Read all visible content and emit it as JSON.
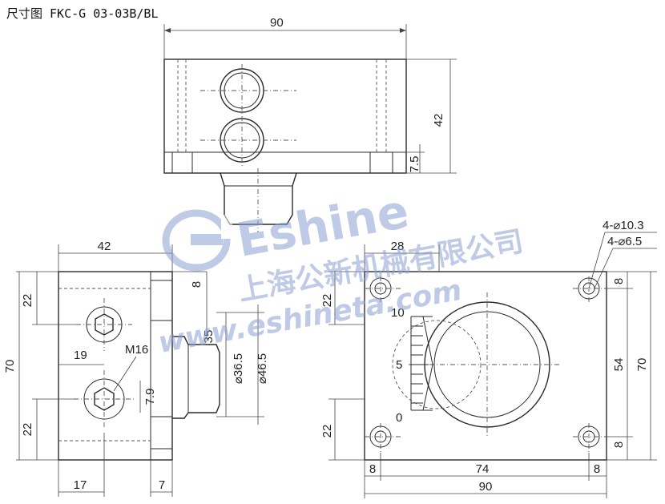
{
  "title": "尺寸图 FKC-G 03-03B/BL",
  "watermark": {
    "brand": "Eshine",
    "company": "上海公新机械有限公司",
    "url": "www.eshineta.com",
    "color": "#8ca0d4"
  },
  "top_view": {
    "width_label": "90",
    "height_label": "42",
    "base_label": "7.5"
  },
  "side_view": {
    "width_label": "42",
    "left_upper": "22",
    "left_total": "70",
    "left_lower": "22",
    "hole_offset": "19",
    "thread_label": "M16",
    "gap_label": "7.9",
    "top_offset": "8",
    "boss_height": "35",
    "inner_dia": "⌀36.5",
    "outer_dia": "⌀46.5",
    "bottom_left": "17",
    "bottom_right": "7"
  },
  "front_view": {
    "top_left": "28",
    "left_upper": "22",
    "left_lower": "22",
    "right_top": "8",
    "right_mid": "54",
    "right_total": "70",
    "right_bottom": "8",
    "bottom_left": "8",
    "bottom_mid": "74",
    "bottom_right": "8",
    "overall": "90",
    "hole_big": "4-⌀10.3",
    "hole_small": "4-⌀6.5",
    "scale": [
      "10",
      "5",
      "0"
    ]
  }
}
